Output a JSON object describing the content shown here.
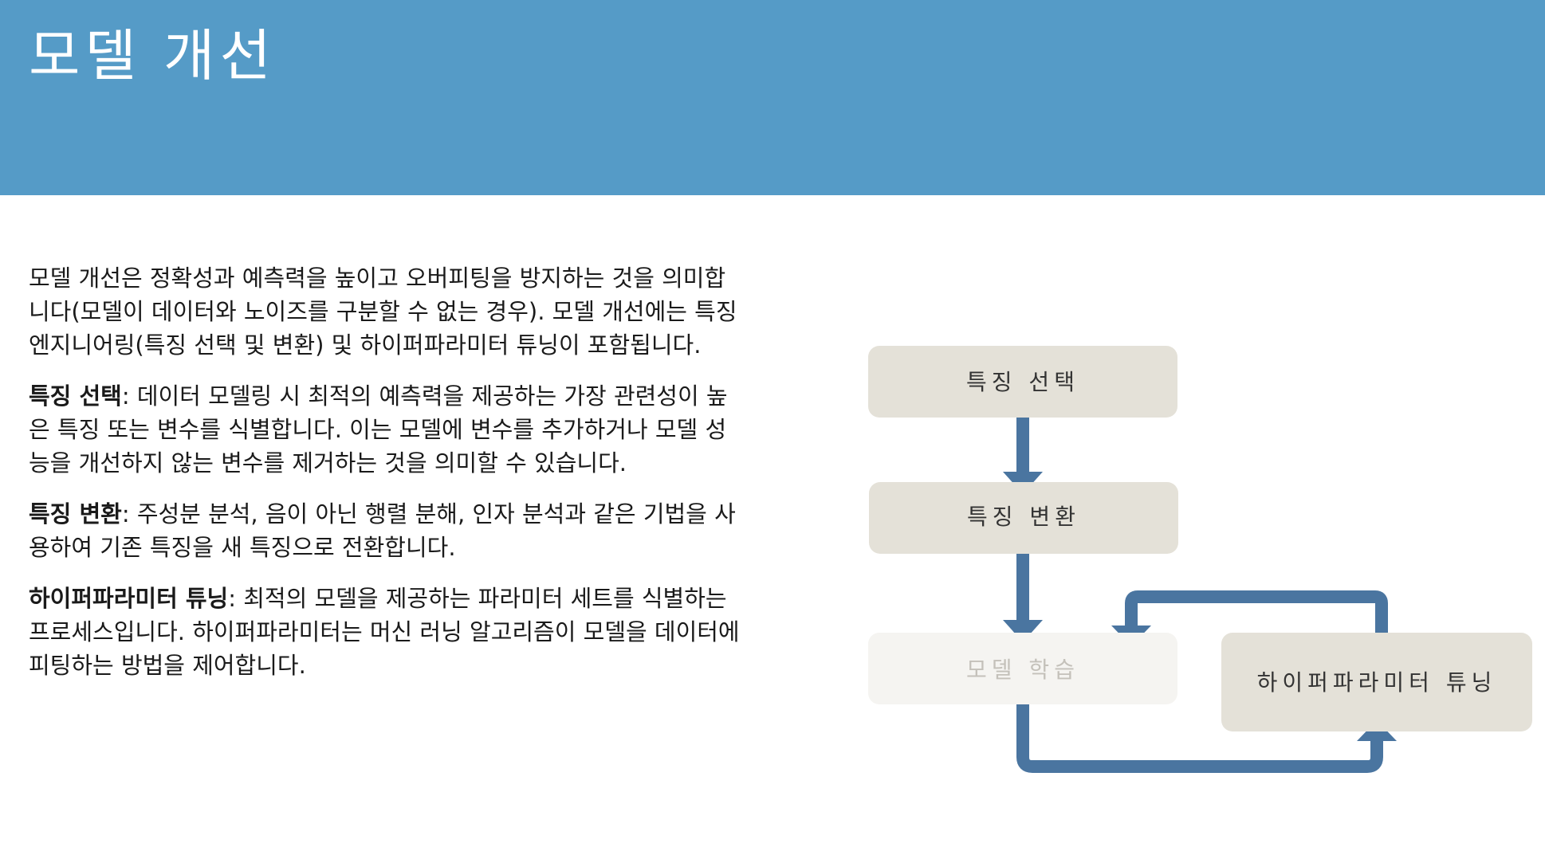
{
  "header": {
    "title": "모델 개선"
  },
  "body": {
    "intro": "모델 개선은 정확성과 예측력을 높이고 오버피팅을 방지하는 것을 의미합니다(모델이 데이터와 노이즈를 구분할 수 없는 경우). 모델 개선에는 특징 엔지니어링(특징 선택 및 변환) 및 하이퍼파라미터 튜닝이 포함됩니다.",
    "sections": [
      {
        "term": "특징 선택",
        "text": ": 데이터 모델링 시 최적의 예측력을 제공하는 가장 관련성이 높은 특징 또는 변수를 식별합니다. 이는 모델에 변수를 추가하거나 모델 성능을 개선하지 않는 변수를 제거하는 것을 의미할 수 있습니다."
      },
      {
        "term": "특징 변환",
        "text": ": 주성분 분석, 음이 아닌 행렬 분해, 인자 분석과 같은 기법을 사용하여 기존 특징을 새 특징으로 전환합니다."
      },
      {
        "term": "하이퍼파라미터 튜닝",
        "text": ": 최적의 모델을 제공하는 파라미터 세트를 식별하는 프로세스입니다. 하이퍼파라미터는 머신 러닝 알고리즘이 모델을 데이터에 피팅하는 방법을 제어합니다."
      }
    ]
  },
  "diagram": {
    "nodes": {
      "feature_selection": "특징 선택",
      "feature_transform": "특징 변환",
      "model_training": "모델 학습",
      "hyperparameter_tuning": "하이퍼파라미터 튜닝"
    },
    "colors": {
      "header": "#559bc7",
      "box": "#e4e1d8",
      "box_faded": "#f5f4f1",
      "arrow": "#4a75a0",
      "text": "#333333",
      "text_faded": "#c4c1ba"
    }
  }
}
